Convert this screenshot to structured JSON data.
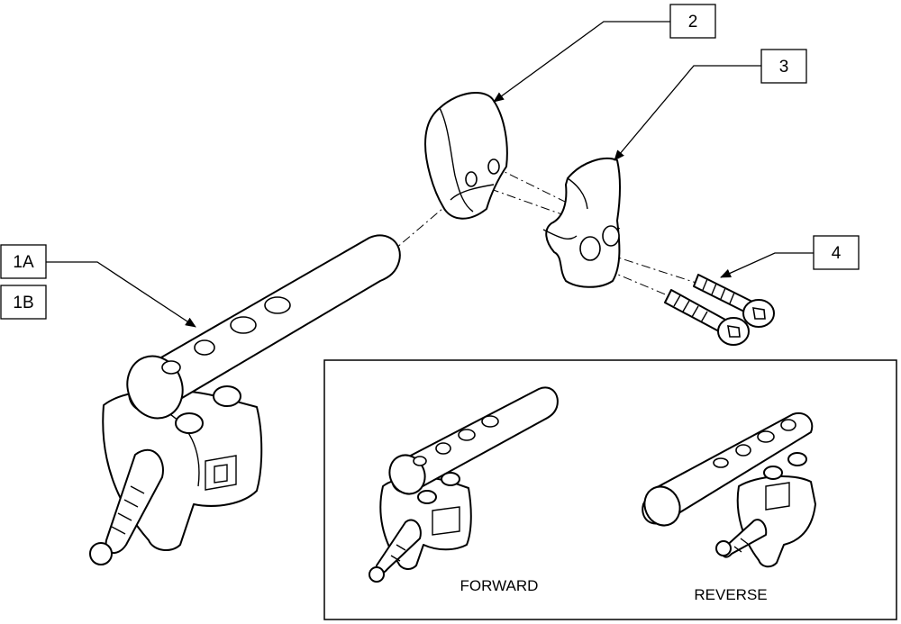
{
  "callouts": {
    "part_2": "2",
    "part_3": "3",
    "part_4": "4",
    "part_1a": "1A",
    "part_1b": "1B"
  },
  "inset": {
    "forward_label": "FORWARD",
    "reverse_label": "REVERSE"
  }
}
